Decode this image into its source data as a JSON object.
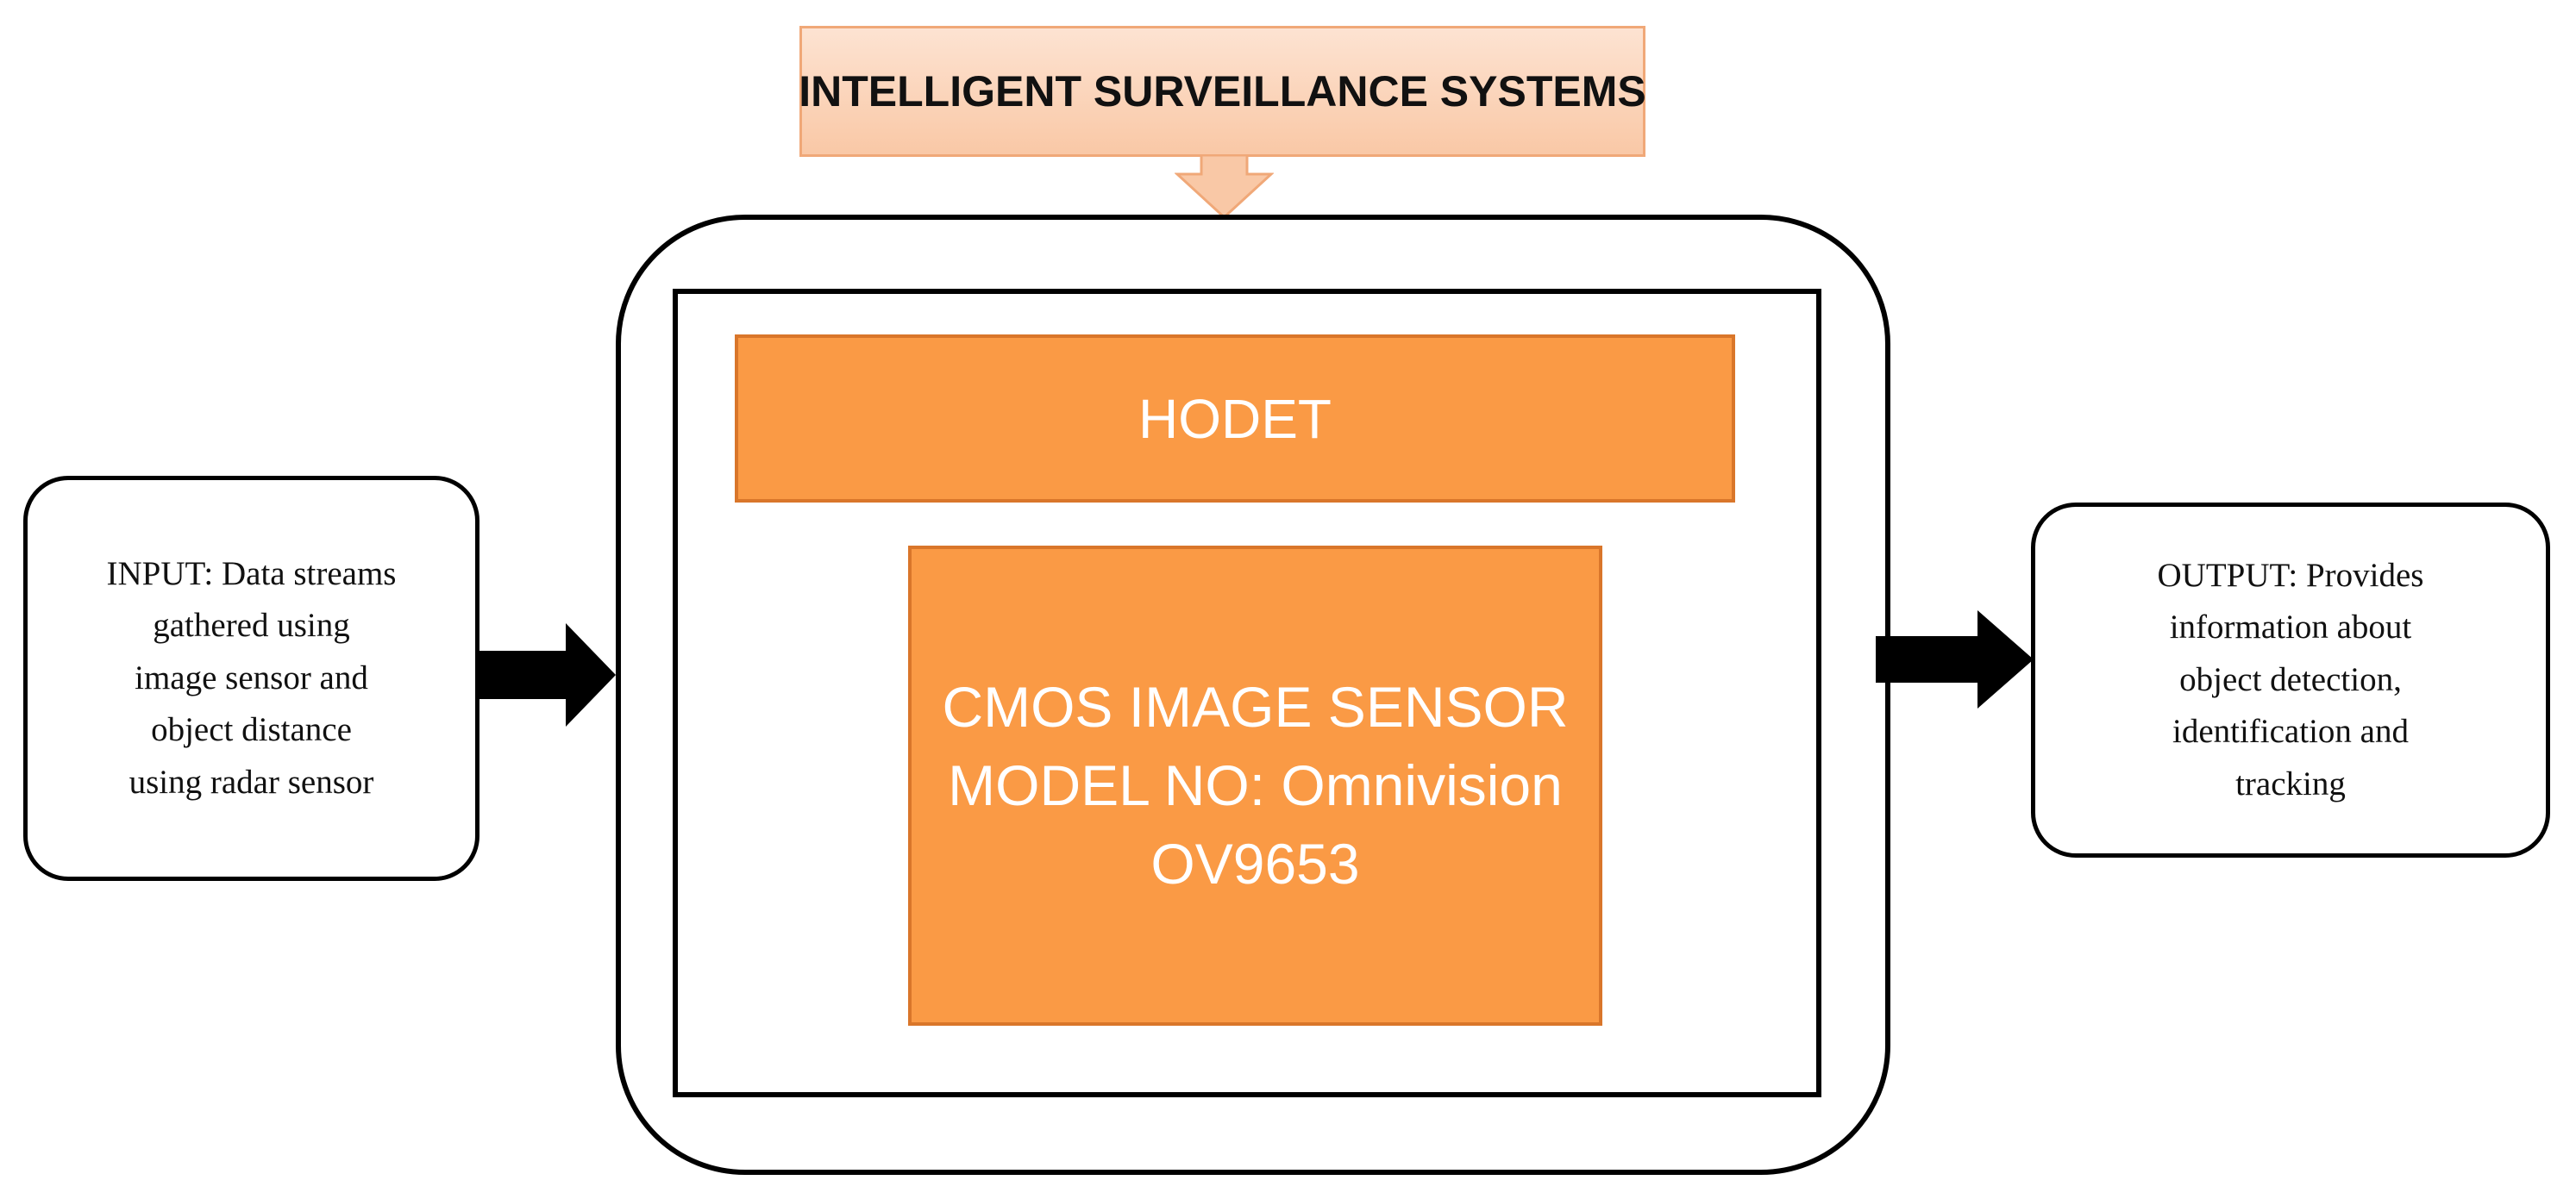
{
  "diagram": {
    "title": "INTELLIGENT SURVEILLANCE SYSTEMS",
    "hodet_label": "HODET",
    "cmos_lines": [
      "CMOS IMAGE SENSOR",
      "MODEL NO: Omnivision",
      "OV9653"
    ],
    "input_lines": [
      "INPUT: Data streams",
      "gathered using",
      "image sensor and",
      "object distance",
      "using radar sensor"
    ],
    "output_lines": [
      "OUTPUT: Provides",
      "information about",
      "object detection,",
      "identification and",
      "tracking"
    ],
    "colors": {
      "orange_block": "#fa9a45",
      "orange_border": "#d9762a",
      "title_fill": "#fcd4b8",
      "title_border": "#f0a878",
      "frame": "#000000"
    }
  }
}
